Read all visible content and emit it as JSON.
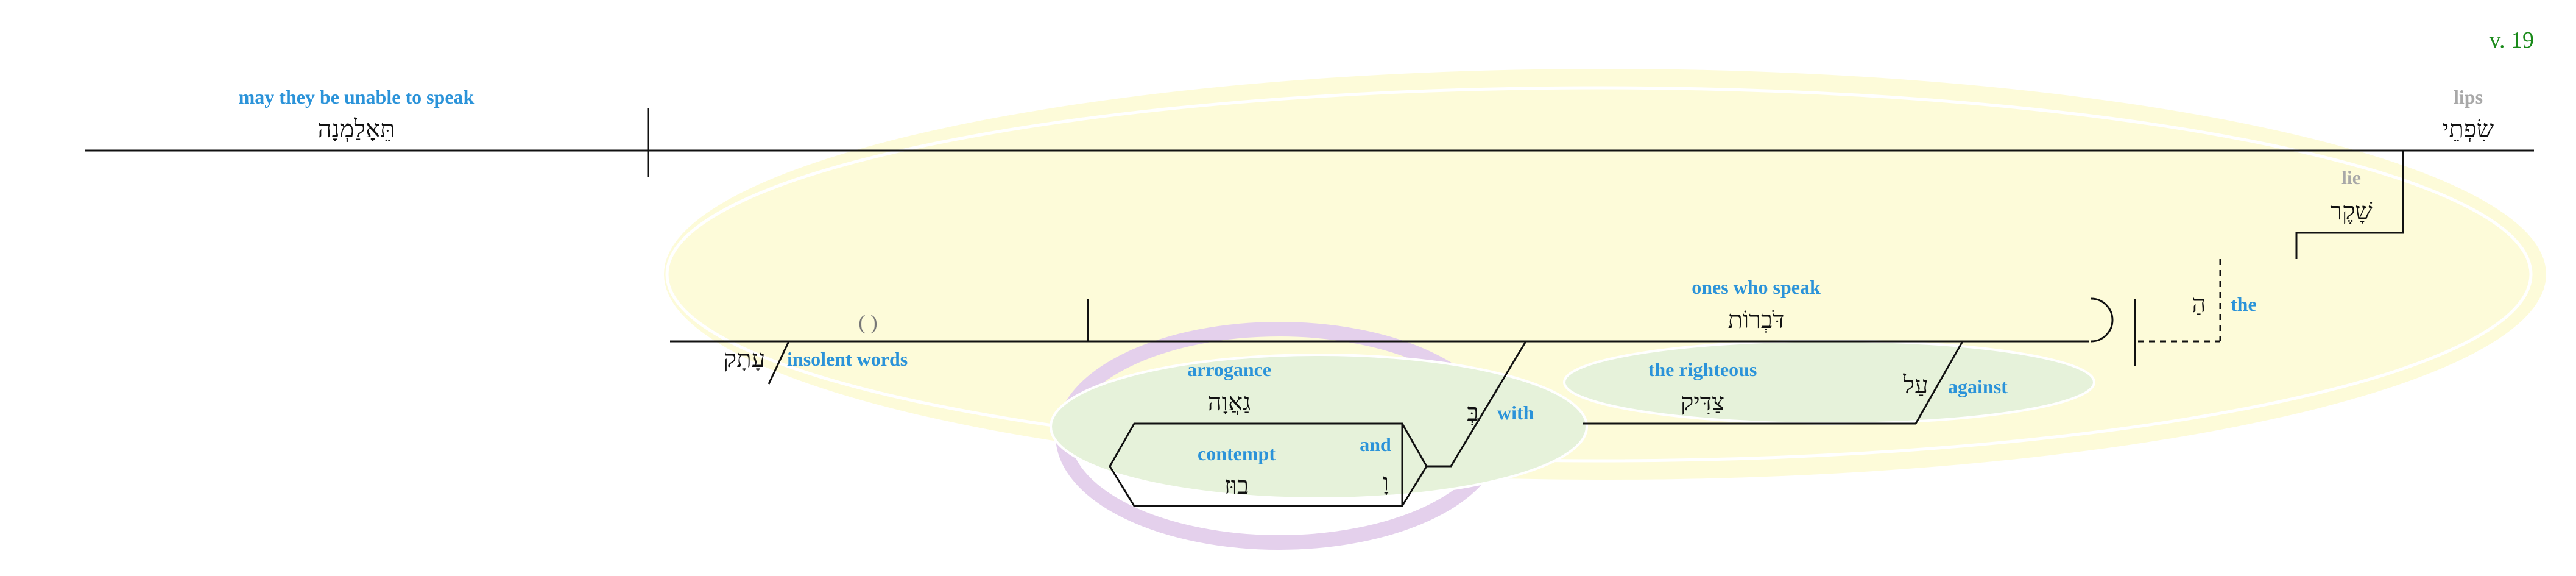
{
  "verse_label": "v. 19",
  "words": {
    "subject": {
      "hebrew": "שִׂפְתֵי",
      "gloss": "lips"
    },
    "verb": {
      "hebrew": "תֵּאָלַמְנָה",
      "gloss": "may they be unable to speak"
    },
    "lie": {
      "hebrew": "שָׁקֶר",
      "gloss": "lie"
    },
    "article": {
      "hebrew": "הַ",
      "gloss": "the"
    },
    "speakers": {
      "hebrew": "דֹּבְרוֹת",
      "gloss": "ones who speak"
    },
    "object": {
      "hebrew": "עָתָק",
      "gloss": "insolent words",
      "paren": "( )"
    },
    "against": {
      "hebrew": "עַל",
      "gloss": "against"
    },
    "righteous": {
      "hebrew": "צַדִּיק",
      "gloss": "the righteous"
    },
    "with": {
      "hebrew": "בְּ",
      "gloss": "with"
    },
    "arrogance": {
      "hebrew": "גַאֲוָה",
      "gloss": "arrogance"
    },
    "and": {
      "hebrew": "וָ",
      "gloss": "and"
    },
    "contempt": {
      "hebrew": "בוּז",
      "gloss": "contempt"
    }
  },
  "colors": {
    "gloss": "#2b93d9",
    "gloss_muted": "#a8a8a8",
    "verse": "#1a8a1a",
    "clause_highlight": "#fdfbd9",
    "phrase_highlight": "#e6f2da",
    "compound_highlight": "#e4d0ec"
  }
}
